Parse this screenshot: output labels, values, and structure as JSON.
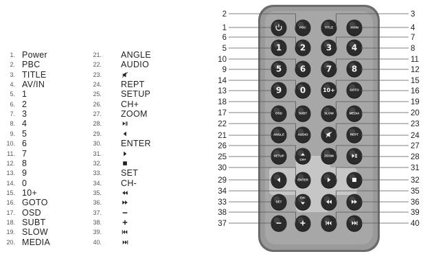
{
  "legend": [
    {
      "num": "1.",
      "name": "Power"
    },
    {
      "num": "2.",
      "name": "PBC"
    },
    {
      "num": "3.",
      "name": "TITLE"
    },
    {
      "num": "4.",
      "name": "AV/IN"
    },
    {
      "num": "5.",
      "name": "1"
    },
    {
      "num": "6.",
      "name": "2"
    },
    {
      "num": "7.",
      "name": "3"
    },
    {
      "num": "8.",
      "name": "4"
    },
    {
      "num": "9.",
      "name": "5"
    },
    {
      "num": "10.",
      "name": "6"
    },
    {
      "num": "11.",
      "name": "7"
    },
    {
      "num": "12.",
      "name": "8"
    },
    {
      "num": "13.",
      "name": "9"
    },
    {
      "num": "14.",
      "name": "0"
    },
    {
      "num": "15.",
      "name": "10+"
    },
    {
      "num": "16.",
      "name": "GOTO"
    },
    {
      "num": "17.",
      "name": "OSD"
    },
    {
      "num": "18.",
      "name": "SUBT"
    },
    {
      "num": "19.",
      "name": "SLOW"
    },
    {
      "num": "20.",
      "name": "MEDIA"
    },
    {
      "num": "21.",
      "name": "ANGLE"
    },
    {
      "num": "22.",
      "name": "AUDIO"
    },
    {
      "num": "23.",
      "name": "",
      "icon": "mute-icon"
    },
    {
      "num": "24.",
      "name": "REPT"
    },
    {
      "num": "25.",
      "name": "SETUP"
    },
    {
      "num": "26.",
      "name": "CH+"
    },
    {
      "num": "27.",
      "name": "ZOOM"
    },
    {
      "num": "28.",
      "name": "",
      "icon": "play-pause-icon"
    },
    {
      "num": "29.",
      "name": "",
      "icon": "left-arrow-icon"
    },
    {
      "num": "30.",
      "name": "ENTER"
    },
    {
      "num": "31.",
      "name": "",
      "icon": "right-arrow-icon"
    },
    {
      "num": "32.",
      "name": "",
      "icon": "stop-icon"
    },
    {
      "num": "33.",
      "name": "SET"
    },
    {
      "num": "34.",
      "name": "CH-"
    },
    {
      "num": "35.",
      "name": "",
      "icon": "rewind-icon"
    },
    {
      "num": "36.",
      "name": "",
      "icon": "fast-forward-icon"
    },
    {
      "num": "37.",
      "name": "",
      "icon": "minus-icon"
    },
    {
      "num": "38.",
      "name": "",
      "icon": "plus-icon"
    },
    {
      "num": "39.",
      "name": "",
      "icon": "previous-icon"
    },
    {
      "num": "40.",
      "name": "",
      "icon": "next-icon"
    }
  ],
  "remote": {
    "body_color": "#9a9a9a",
    "button_color": "#2b2b2b",
    "buttons": [
      {
        "id": 1,
        "label": "",
        "icon": "power-icon"
      },
      {
        "id": 2,
        "label": "PBC"
      },
      {
        "id": 3,
        "label": "TITLE"
      },
      {
        "id": 4,
        "label": "AV/IN"
      },
      {
        "id": 5,
        "label": "1"
      },
      {
        "id": 6,
        "label": "2"
      },
      {
        "id": 7,
        "label": "3"
      },
      {
        "id": 8,
        "label": "4"
      },
      {
        "id": 9,
        "label": "5"
      },
      {
        "id": 10,
        "label": "6"
      },
      {
        "id": 11,
        "label": "7"
      },
      {
        "id": 12,
        "label": "8"
      },
      {
        "id": 13,
        "label": "9"
      },
      {
        "id": 14,
        "label": "0"
      },
      {
        "id": 15,
        "label": "10+"
      },
      {
        "id": 16,
        "label": "GOTO"
      },
      {
        "id": 17,
        "label": "OSD"
      },
      {
        "id": 18,
        "label": "SUBT"
      },
      {
        "id": 19,
        "label": "SLOW"
      },
      {
        "id": 20,
        "label": "MEDIA"
      },
      {
        "id": 21,
        "label": "ANGLE"
      },
      {
        "id": 22,
        "label": "AUDIO"
      },
      {
        "id": 23,
        "label": "",
        "icon": "mute-icon"
      },
      {
        "id": 24,
        "label": "REPT"
      },
      {
        "id": 25,
        "label": "SETUP"
      },
      {
        "id": 26,
        "label": "CH+",
        "icon": "up-arrow-icon"
      },
      {
        "id": 27,
        "label": "ZOOM"
      },
      {
        "id": 28,
        "label": "",
        "icon": "play-pause-icon"
      },
      {
        "id": 29,
        "label": "",
        "icon": "left-arrow-icon"
      },
      {
        "id": 30,
        "label": "ENTER"
      },
      {
        "id": 31,
        "label": "",
        "icon": "right-arrow-icon"
      },
      {
        "id": 32,
        "label": "",
        "icon": "stop-icon"
      },
      {
        "id": 33,
        "label": "SET"
      },
      {
        "id": 34,
        "label": "CH-",
        "icon": "down-arrow-icon"
      },
      {
        "id": 35,
        "label": "",
        "icon": "rewind-icon"
      },
      {
        "id": 36,
        "label": "",
        "icon": "fast-forward-icon"
      },
      {
        "id": 37,
        "label": "",
        "icon": "minus-icon"
      },
      {
        "id": 38,
        "label": "",
        "icon": "plus-icon"
      },
      {
        "id": 39,
        "label": "",
        "icon": "previous-icon"
      },
      {
        "id": 40,
        "label": "",
        "icon": "next-icon"
      }
    ]
  }
}
